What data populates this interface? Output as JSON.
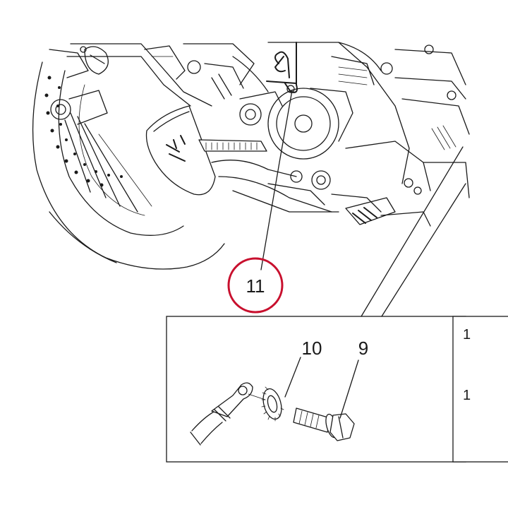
{
  "callouts": {
    "main": "11",
    "washer": "10",
    "bolt": "9",
    "side_fragment_top": "1",
    "side_fragment_bottom": "1"
  },
  "colors": {
    "line": "#1a1a1a",
    "highlight_circle": "#c8102e",
    "background": "#ffffff"
  }
}
